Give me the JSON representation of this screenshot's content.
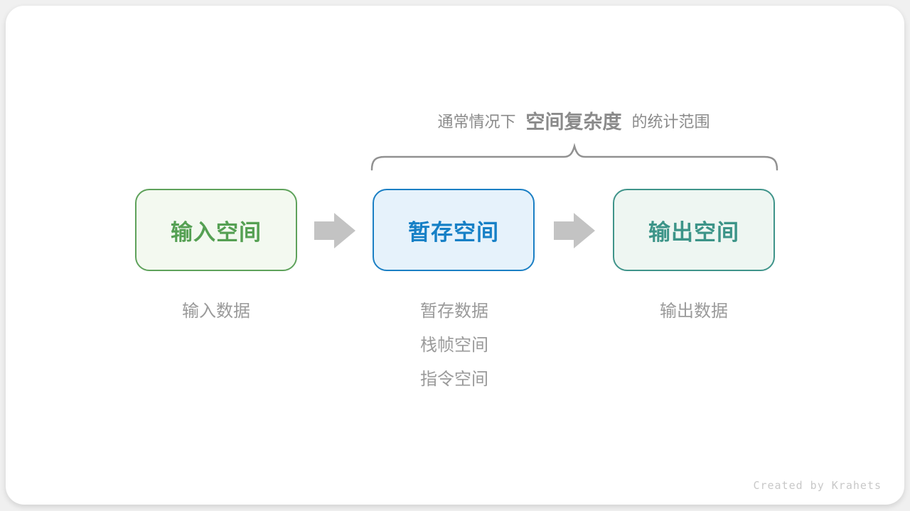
{
  "diagram": {
    "annotation": {
      "prefix": "通常情况下",
      "highlight": "空间复杂度",
      "suffix": "的统计范围"
    },
    "boxes": [
      {
        "label": "输入空间",
        "border_color": "#5ea25b",
        "bg_color": "#f3f9f0",
        "text_color": "#55a053"
      },
      {
        "label": "暂存空间",
        "border_color": "#1b7fc4",
        "bg_color": "#e6f2fb",
        "text_color": "#1680c6"
      },
      {
        "label": "输出空间",
        "border_color": "#3f948a",
        "bg_color": "#eef6f2",
        "text_color": "#3c9488"
      }
    ],
    "captions": [
      {
        "lines": [
          "输入数据"
        ]
      },
      {
        "lines": [
          "暂存数据",
          "栈帧空间",
          "指令空间"
        ]
      },
      {
        "lines": [
          "输出数据"
        ]
      }
    ],
    "colors": {
      "arrow": "#c3c3c3",
      "brace": "#919191",
      "annotation_text": "#8a8a8a",
      "caption_text": "#9a9a9a",
      "credit_text": "#c8c8c8"
    },
    "credit": "Created by Krahets"
  }
}
